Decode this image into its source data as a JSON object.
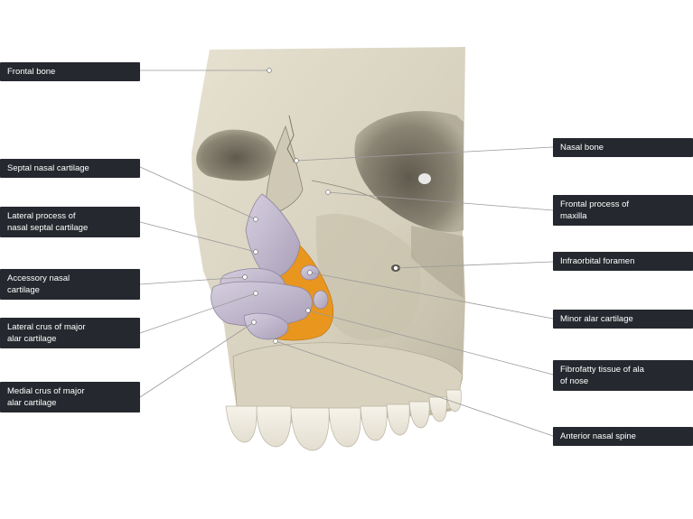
{
  "colors": {
    "bone": "#ddd7c5",
    "bone_shadow": "#7e7969",
    "cartilage": "#c8bfd2",
    "fibrofatty": "#e8961e",
    "label_bg": "#25282e",
    "label_text": "#ffffff",
    "leader": "#9a9a9a"
  },
  "labels": {
    "frontal_bone": "Frontal bone",
    "septal_nasal_cartilage": "Septal nasal cartilage",
    "lateral_process": "Lateral process of\nnasal septal cartilage",
    "accessory_nasal_cartilage": "Accessory nasal\ncartilage",
    "lateral_crus": "Lateral crus of major\nalar cartilage",
    "medial_crus": "Medial crus of major\nalar cartilage",
    "nasal_bone": "Nasal bone",
    "frontal_process_maxilla": "Frontal process of\nmaxilla",
    "infraorbital_foramen": "Infraorbital foramen",
    "minor_alar_cartilage": "Minor alar cartilage",
    "fibrofatty_tissue": "Fibrofatty tissue of ala\nof nose",
    "anterior_nasal_spine": "Anterior nasal spine"
  }
}
